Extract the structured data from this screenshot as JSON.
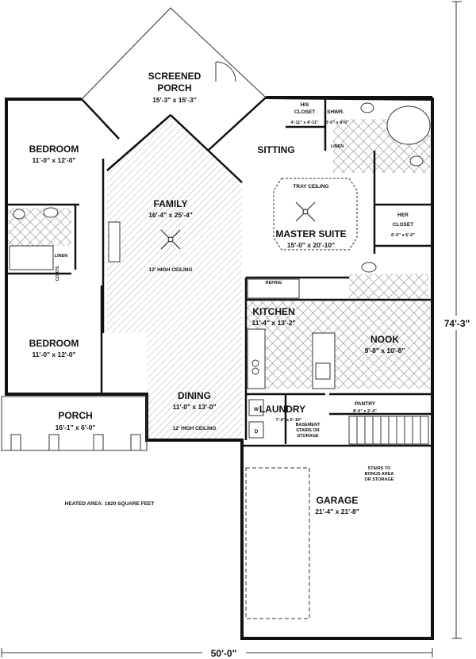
{
  "rooms": {
    "screened_porch": {
      "name_1": "SCREENED",
      "name_2": "PORCH",
      "dims": "15'-3\" x 15'-3\""
    },
    "bedroom_top": {
      "name": "BEDROOM",
      "dims": "11'-0\" x 12'-0\""
    },
    "bedroom_bottom": {
      "name": "BEDROOM",
      "dims": "11'-0\" x 12'-0\""
    },
    "family": {
      "name": "FAMILY",
      "dims": "16'-4\" x 25'-4\"",
      "note": "12' HIGH CEILING"
    },
    "sitting": {
      "name": "SITTING"
    },
    "master_suite": {
      "name": "MASTER SUITE",
      "dims": "15'-0\" x 20'-10\"",
      "note": "TRAY CEILING"
    },
    "his_closet": {
      "name_1": "HIS",
      "name_2": "CLOSET",
      "dims": "4'-11\" x 4'-11\""
    },
    "shower": {
      "name": "SHWR.",
      "dims": "3'-0\" x 4'-0\""
    },
    "linen_master": {
      "name": "LINEN"
    },
    "her_closet": {
      "name_1": "HER",
      "name_2": "CLOSET",
      "dims": "6'-0\" x 6'-0\""
    },
    "kitchen": {
      "name": "KITCHEN",
      "dims": "11'-4\" x 13'-2\"",
      "refrig": "REFRIG"
    },
    "nook": {
      "name": "NOOK",
      "dims": "9'-8\" x 10'-8\""
    },
    "dining": {
      "name": "DINING",
      "dims": "11'-0\" x 13'-0\"",
      "note": "12' HIGH CEILING"
    },
    "laundry": {
      "name": "LAUNDRY",
      "dims": "7'-6\" x 5'-10\"",
      "washer": "W",
      "dryer": "D"
    },
    "pantry": {
      "name": "PANTRY",
      "dims": "8'-0\" x 2'-4\""
    },
    "porch": {
      "name": "PORCH",
      "dims": "16'-1\" x 6'-0\""
    },
    "garage": {
      "name": "GARAGE",
      "dims": "21'-4\" x 21'-8\""
    },
    "linen_hall": {
      "name": "LINEN"
    },
    "coats": {
      "name": "COATS"
    }
  },
  "notes": {
    "heated_area": "HEATED AREA: 1820 SQUARE FEET",
    "basement_stairs": [
      "BASEMENT",
      "STAIRS OR",
      "STORAGE"
    ],
    "bonus_stairs": [
      "STAIRS TO",
      "BONUS AREA",
      "OR STORAGE"
    ]
  },
  "dimensions": {
    "overall_width": "50'-0\"",
    "overall_depth": "74'-3\""
  }
}
